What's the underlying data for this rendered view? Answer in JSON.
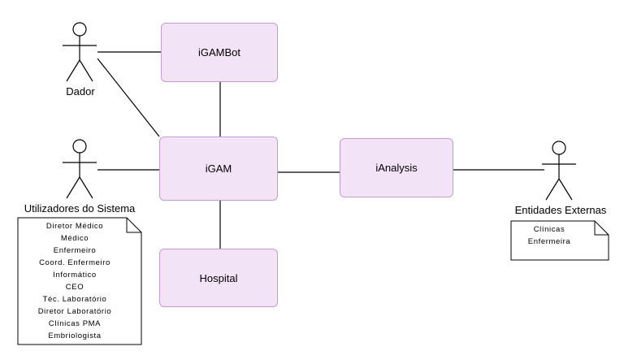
{
  "nodes": {
    "igambot": "iGAMBot",
    "igam": "iGAM",
    "hospital": "Hospital",
    "ianalysis": "iAnalysis"
  },
  "actors": {
    "dador": "Dador",
    "utilizadores": "Utilizadores do Sistema",
    "entidades": "Entidades Externas"
  },
  "notes": {
    "utilizadores": [
      "Diretor Médico",
      "Médico",
      "Enfermeiro",
      "Coord. Enfermeiro",
      "Informático",
      "CEO",
      "Téc. Laboratório",
      "Diretor Laboratório",
      "Clínicas PMA",
      "Embriologista"
    ],
    "entidades": [
      "Clínicas",
      "Enfermeira"
    ]
  },
  "colors": {
    "node_fill": "#f2e4f6",
    "node_border": "#c59bd3",
    "line": "#000000"
  }
}
